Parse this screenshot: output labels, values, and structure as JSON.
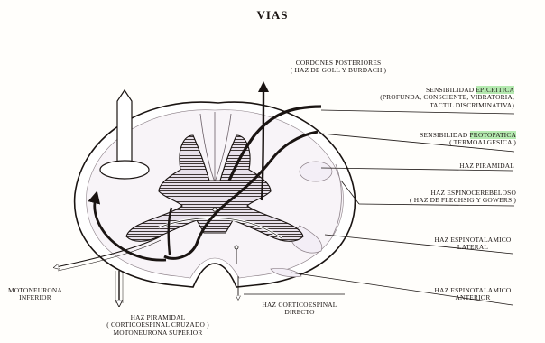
{
  "title": "VIAS",
  "labels": {
    "cordones_l1": "CORDONES POSTERIORES",
    "cordones_l2": "( HAZ DE GOLL Y BURDACH )",
    "epicritica_pre": "SENSIBILIDAD ",
    "epicritica_hl": "EPICRITICA",
    "epicritica_l2": "(PROFUNDA, CONSCIENTE, VIBRATORIA,",
    "epicritica_l3": "TACTIL DISCRIMINATIVA)",
    "protopatica_pre": "SENSIBILIDAD ",
    "protopatica_hl": "PROTOPATICA",
    "protopatica_l2": "( TERMOALGESICA )",
    "haz_piramidal": "HAZ PIRAMIDAL",
    "espinocerebeloso_l1": "HAZ ESPINOCEREBELOSO",
    "espinocerebeloso_l2": "( HAZ DE FLECHSIG Y GOWERS )",
    "espinotalamico_lat_l1": "HAZ ESPINOTALAMICO",
    "espinotalamico_lat_l2": "LATERAL",
    "espinotalamico_ant_l1": "HAZ ESPINOTALAMICO",
    "espinotalamico_ant_l2": "ANTERIOR",
    "corticoespinal_l1": "HAZ CORTICOESPINAL",
    "corticoespinal_l2": "DIRECTO",
    "motoneurona_inf_l1": "MOTONEURONA",
    "motoneurona_inf_l2": "INFERIOR",
    "piramidal_cruzado_l1": "HAZ PIRAMIDAL",
    "piramidal_cruzado_l2": "( CORTICOESPINAL CRUZADO )",
    "piramidal_cruzado_l3": "MOTONEURONA SUPERIOR"
  },
  "colors": {
    "highlight": "#b5eab0",
    "ink": "#1a1412",
    "tract_fill": "#f3eef6",
    "paper": "#fffefb"
  }
}
